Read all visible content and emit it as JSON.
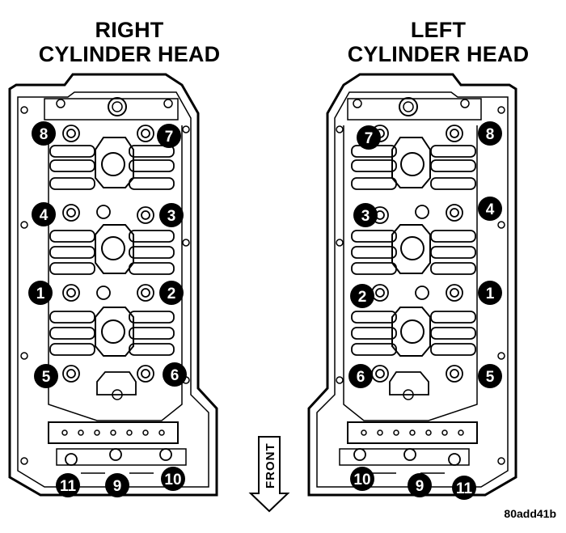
{
  "titles": {
    "right_line1": "RIGHT",
    "right_line2": "CYLINDER HEAD",
    "left_line1": "LEFT",
    "left_line2": "CYLINDER HEAD"
  },
  "arrow_label": "FRONT",
  "figure_code": "80add41b",
  "right_head_markers": [
    "8",
    "7",
    "4",
    "3",
    "1",
    "2",
    "5",
    "6",
    "11",
    "9",
    "10"
  ],
  "left_head_markers": [
    "7",
    "8",
    "3",
    "4",
    "2",
    "1",
    "6",
    "5",
    "10",
    "9",
    "11"
  ]
}
